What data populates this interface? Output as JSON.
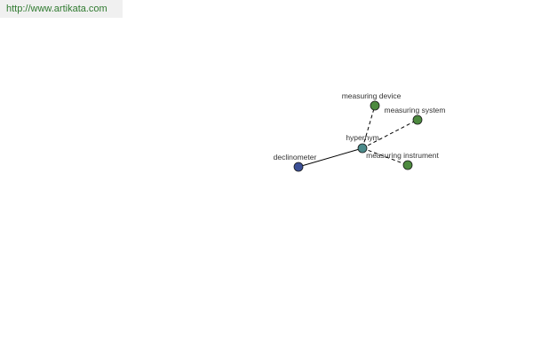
{
  "header": {
    "url": "http://www.artikata.com"
  },
  "colors": {
    "url_text": "#2f7a2f",
    "url_bg": "#f0f0f0",
    "center_node": "#3b4f96",
    "hub_node": "#4b8a8a",
    "leaf_node": "#4d8a3f",
    "edge": "#000000"
  },
  "graph": {
    "center": {
      "label": "declinometer"
    },
    "hub": {
      "label": "hypernym"
    },
    "leaves": [
      {
        "label": "measuring device"
      },
      {
        "label": "measuring system"
      },
      {
        "label": "measuring instrument"
      }
    ]
  }
}
